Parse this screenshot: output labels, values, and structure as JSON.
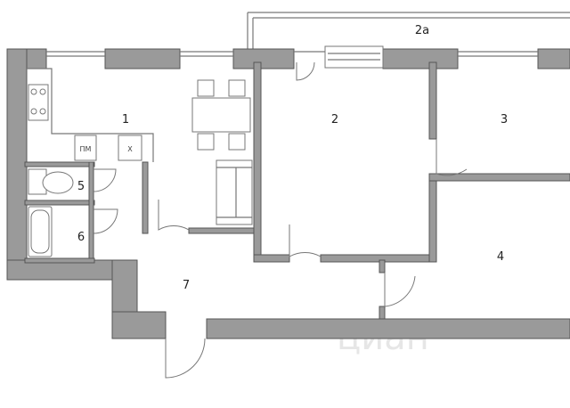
{
  "rooms": [
    {
      "id": "1",
      "label": "1"
    },
    {
      "id": "2",
      "label": "2"
    },
    {
      "id": "2a",
      "label": "2a"
    },
    {
      "id": "3",
      "label": "3"
    },
    {
      "id": "4",
      "label": "4"
    },
    {
      "id": "5",
      "label": "5"
    },
    {
      "id": "6",
      "label": "6"
    },
    {
      "id": "7",
      "label": "7"
    }
  ],
  "appliances": {
    "dishwasher": "ПМ",
    "fridge": "Х"
  },
  "watermark": "циан"
}
